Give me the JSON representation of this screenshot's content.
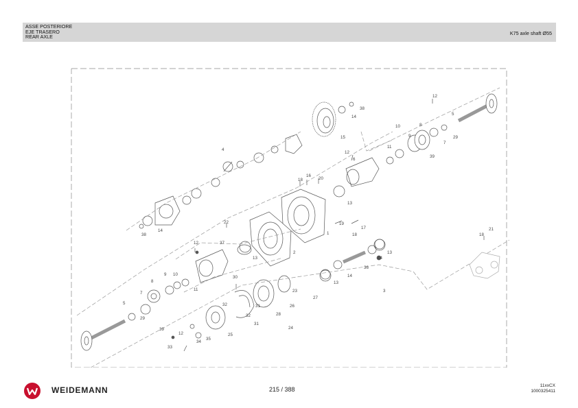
{
  "header": {
    "title_lines": [
      "ASSE POSTERIORE",
      "EJE TRASERO",
      "REAR AXLE"
    ],
    "model": "K75 axle shaft Ø55"
  },
  "callouts": [
    "1",
    "2",
    "3",
    "4",
    "5",
    "6",
    "7",
    "8",
    "9",
    "10",
    "11",
    "12",
    "13",
    "14",
    "15",
    "16",
    "17",
    "18",
    "19",
    "20",
    "21",
    "22",
    "23",
    "24",
    "25",
    "26",
    "27",
    "28",
    "29",
    "30",
    "31",
    "32",
    "33",
    "34",
    "35",
    "36",
    "37",
    "38",
    "39"
  ],
  "footer": {
    "brand": "WEIDEMANN",
    "page": "215 / 388",
    "code_lines": [
      "11xxCX",
      "1000325411"
    ]
  },
  "colors": {
    "header_bg": "#d6d6d6",
    "logo_red": "#c8102e",
    "line": "#555555"
  }
}
